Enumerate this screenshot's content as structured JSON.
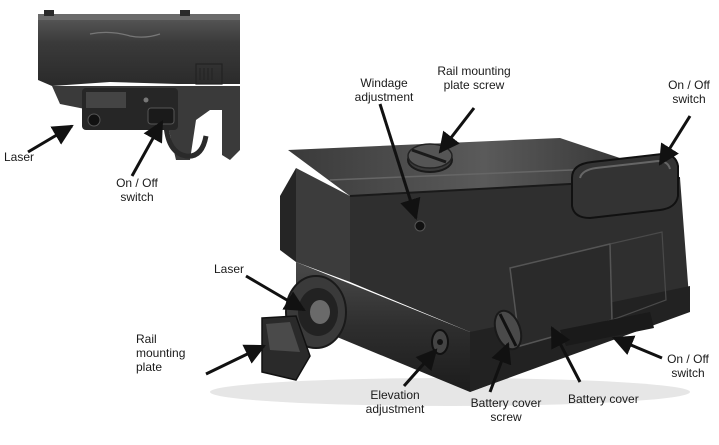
{
  "labels": {
    "inset_laser": "Laser",
    "inset_switch": [
      "On / Off",
      "switch"
    ],
    "windage": [
      "Windage",
      "adjustment"
    ],
    "rail_screw": [
      "Rail mounting",
      "plate screw"
    ],
    "top_switch": [
      "On / Off",
      "switch"
    ],
    "laser": "Laser",
    "rail_plate": [
      "Rail",
      "mounting",
      "plate"
    ],
    "elevation": [
      "Elevation",
      "adjustment"
    ],
    "battery_screw": [
      "Battery cover",
      "screw"
    ],
    "battery_cover": "Battery cover",
    "side_switch": [
      "On / Off",
      "switch"
    ]
  },
  "colors": {
    "body_dark": "#2b2b2b",
    "body_mid": "#444444",
    "highlight": "#6a6a6a",
    "pistol": "#3a3a3a",
    "arrow": "#111111"
  }
}
